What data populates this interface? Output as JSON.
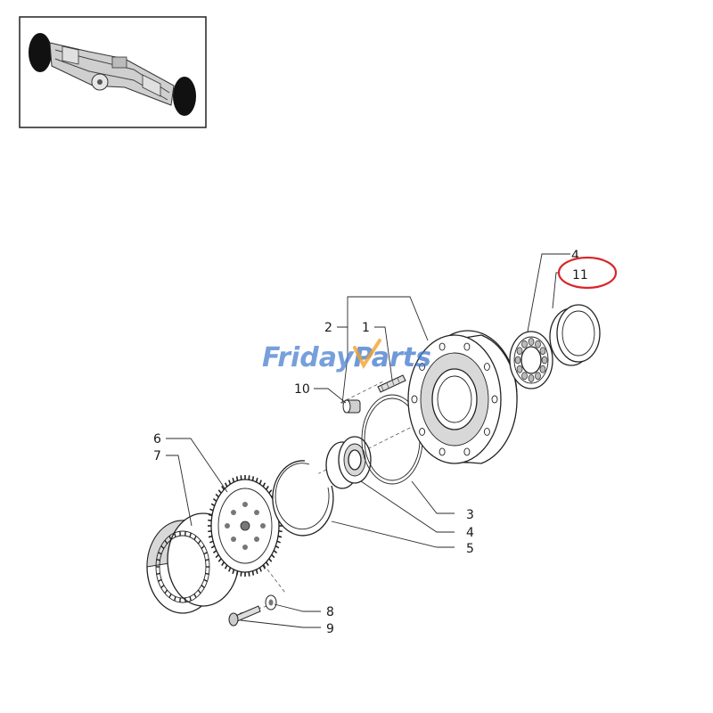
{
  "watermark": {
    "part1": "Friday",
    "part2": "Parts",
    "color1": "#4a7fd0",
    "color2": "#3f78cc",
    "accent": "#f2a12a"
  },
  "thumbnail": {
    "name": "axle-overview"
  },
  "callouts": [
    {
      "id": "1",
      "text": "1"
    },
    {
      "id": "2",
      "text": "2"
    },
    {
      "id": "3",
      "text": "3"
    },
    {
      "id": "4a",
      "text": "4"
    },
    {
      "id": "4b",
      "text": "4"
    },
    {
      "id": "5",
      "text": "5"
    },
    {
      "id": "6",
      "text": "6"
    },
    {
      "id": "7",
      "text": "7"
    },
    {
      "id": "8",
      "text": "8"
    },
    {
      "id": "9",
      "text": "9"
    },
    {
      "id": "10",
      "text": "10"
    },
    {
      "id": "11",
      "text": "11"
    }
  ],
  "highlight": {
    "target": "11",
    "color": "#d9262b"
  }
}
